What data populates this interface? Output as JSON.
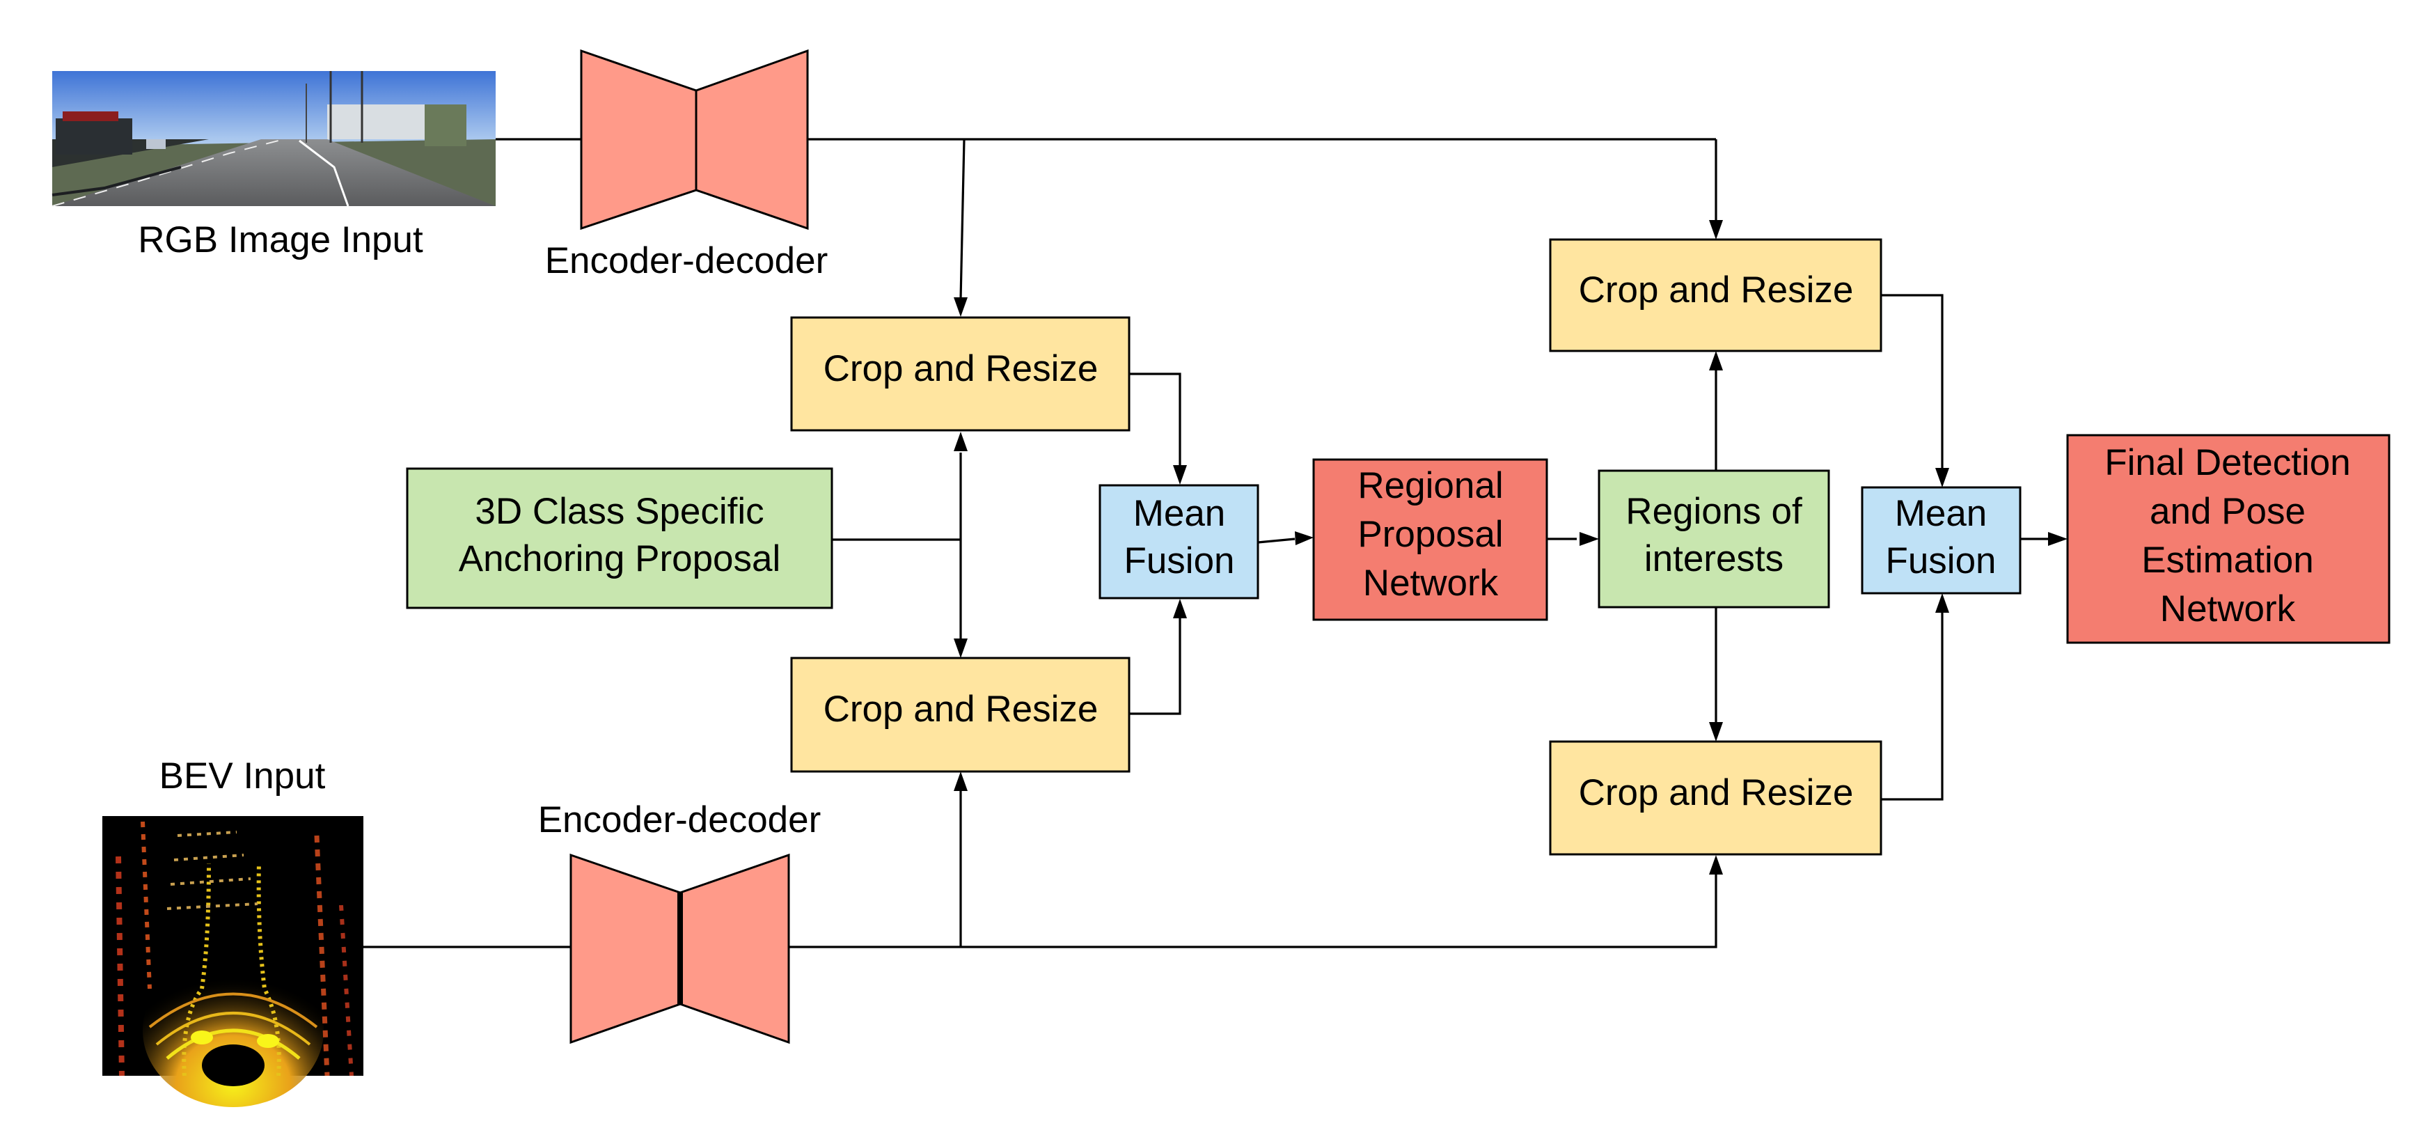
{
  "colors": {
    "encoder": "#FF9A89",
    "yellow": "#FFE5A0",
    "green": "#C8E6AF",
    "blue": "#BFE1F6",
    "red": "#F47D70",
    "line": "#000000"
  },
  "labels": {
    "rgb_input": "RGB Image Input",
    "bev_input": "BEV Input",
    "encoder_top": "Encoder-decoder",
    "encoder_bottom": "Encoder-decoder",
    "crop_top_left": "Crop and Resize",
    "crop_bottom_left": "Crop and Resize",
    "crop_top_right": "Crop and Resize",
    "crop_bottom_right": "Crop and Resize",
    "anchor_line1": "3D Class Specific",
    "anchor_line2": "Anchoring Proposal",
    "fusion1_line1": "Mean",
    "fusion1_line2": "Fusion",
    "fusion2_line1": "Mean",
    "fusion2_line2": "Fusion",
    "rpn_line1": "Regional",
    "rpn_line2": "Proposal",
    "rpn_line3": "Network",
    "roi_line1": "Regions of",
    "roi_line2": "interests",
    "final_line1": "Final Detection",
    "final_line2": "and Pose",
    "final_line3": "Estimation",
    "final_line4": "Network"
  }
}
